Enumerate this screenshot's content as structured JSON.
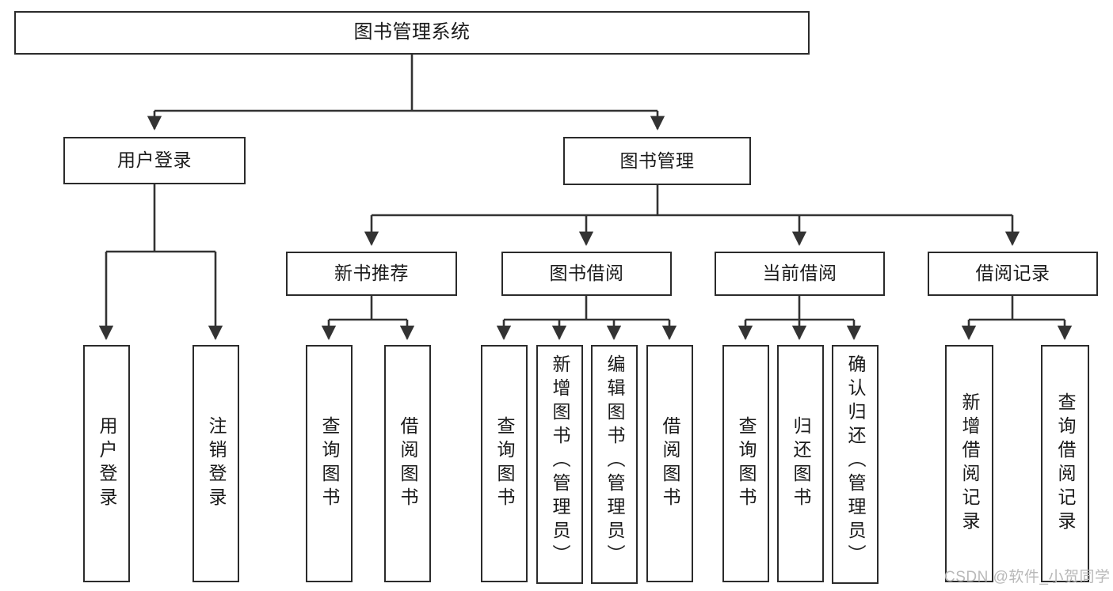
{
  "diagram": {
    "type": "tree",
    "title": "图书管理系统",
    "watermark": "CSDN @软件_小贺同学",
    "colors": {
      "box_border": "#2b2b2b",
      "box_fill": "#ffffff",
      "connector": "#333333",
      "text": "#1a1a1a",
      "watermark": "#b9b9b9"
    },
    "nodes": {
      "root": {
        "label": "图书管理系统"
      },
      "level2": [
        {
          "label": "用户登录"
        },
        {
          "label": "图书管理"
        }
      ],
      "level3": [
        {
          "label": "新书推荐"
        },
        {
          "label": "图书借阅"
        },
        {
          "label": "当前借阅"
        },
        {
          "label": "借阅记录"
        }
      ],
      "leaves": {
        "user_login": [
          {
            "label": "用户登录"
          },
          {
            "label": "注销登录"
          }
        ],
        "new_book_recommend": [
          {
            "label": "查询图书"
          },
          {
            "label": "借阅图书"
          }
        ],
        "book_borrow": [
          {
            "label": "查询图书"
          },
          {
            "label": "新增图书（管理员）"
          },
          {
            "label": "编辑图书（管理员）"
          },
          {
            "label": "借阅图书"
          }
        ],
        "current_borrow": [
          {
            "label": "查询图书"
          },
          {
            "label": "归还图书"
          },
          {
            "label": "确认归还（管理员）"
          }
        ],
        "borrow_record": [
          {
            "label": "新增借阅记录"
          },
          {
            "label": "查询借阅记录"
          }
        ]
      }
    }
  }
}
